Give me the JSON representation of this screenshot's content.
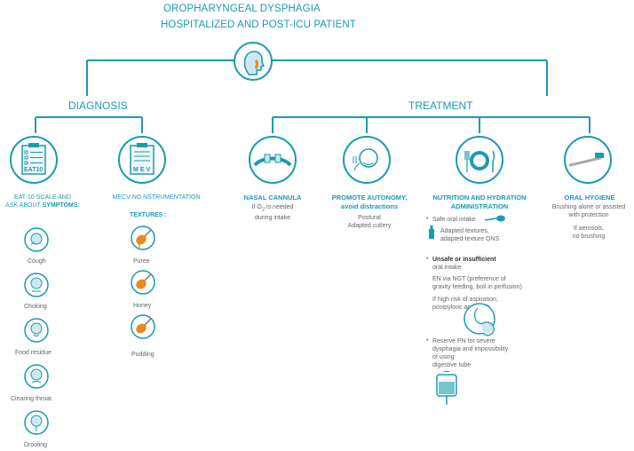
{
  "title": {
    "line1": "OROPHARYNGEAL DYSPHAGIA",
    "line2": "HOSPITALIZED AND POST-ICU PATIENT"
  },
  "colors": {
    "teal": "#1a9bb0",
    "orange": "#e88a1a",
    "text": "#666666"
  },
  "diagnosis": {
    "heading": "DIAGNOSIS",
    "eat10": {
      "icon_label": "EAT10",
      "caption_line1": "EAT-10 SCALE AND",
      "caption_line2_prefix": "ASK ABOUT ",
      "caption_line2_bold": "SYMPTOMS:",
      "symptoms": [
        "Cough",
        "Choking",
        "Food residue",
        "Clearing throat",
        "Drooling"
      ]
    },
    "mecv": {
      "icon_label": "MEV",
      "caption": "MECV NO NSTRUMENTATION",
      "textures_label": "TEXTURES :",
      "textures": [
        "Puree",
        "Honey",
        "Pudding"
      ]
    }
  },
  "treatment": {
    "heading": "TREATMENT",
    "nasal": {
      "caption": "NASAL CANNULA",
      "line1_prefix": "If O",
      "line1_sub": "2",
      "line1_suffix": " is needed",
      "line2": "during intake"
    },
    "autonomy": {
      "caption_line1": "PROMOTE AUTONOMY,",
      "caption_line2": "avoid distractions",
      "detail1": "Postural",
      "detail2": "Adapted cutlery"
    },
    "nutrition": {
      "caption_line1": "NUTRITION AND HYDRATION",
      "caption_line2": "ADMINISTRATION",
      "safe": "Safe oral intake",
      "adapted1": "Adapted textures,",
      "adapted2": "adapted-texture ONS",
      "unsafe_bold": "Unsafe or insufficient",
      "unsafe_rest": "oral intake",
      "en1": "EN via NGT (preference of",
      "en2": "gravity feeding, boli in perfusion)",
      "risk1": "If high risk of aspiration,",
      "risk2": "postpyloric approach",
      "pn1": "Reserve PN for severe",
      "pn2": "dysphagia and impossibility",
      "pn3": "of using",
      "pn4": "digestive tube"
    },
    "hygiene": {
      "caption": "ORAL HYGIENE",
      "line1": "Brushing alone or assisted",
      "line2": "with protection",
      "line3": "If aerosols,",
      "line4": "no brushing"
    }
  }
}
